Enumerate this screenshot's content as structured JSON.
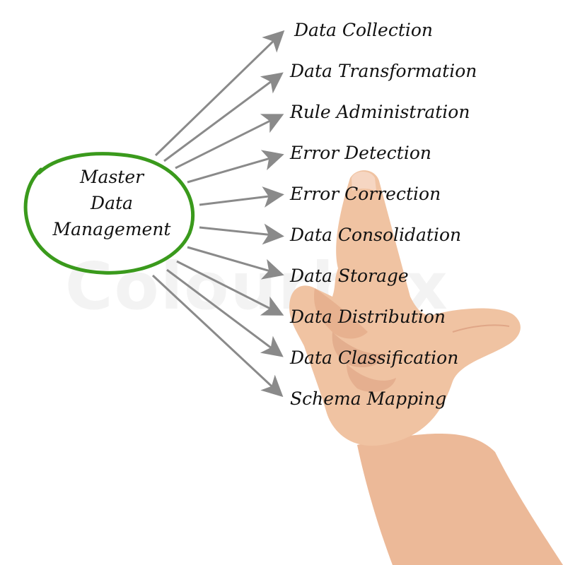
{
  "colors": {
    "circle": "#3a9a1c",
    "arrow": "#8a8a8a",
    "text": "#111111",
    "skin": "#f0c3a2",
    "skin_shadow": "#d89a7c"
  },
  "center": {
    "line1": "Master",
    "line2": "Data",
    "line3": "Management"
  },
  "branches": [
    "Data Collection",
    "Data Transformation",
    "Rule Administration",
    "Error Detection",
    "Error Correction",
    "Data Consolidation",
    "Data Storage",
    "Data Distribution",
    "Data Classification",
    "Schema Mapping"
  ],
  "watermark": "Colourbox",
  "icons": {
    "hand": "pointing-hand-icon"
  }
}
